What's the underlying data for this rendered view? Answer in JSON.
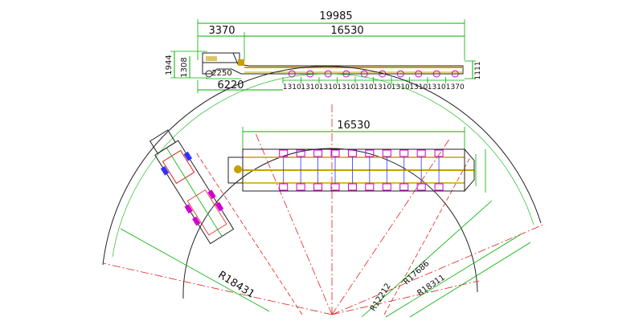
{
  "side_view": {
    "overall_length": "19985",
    "front_section": "3370",
    "deck_length": "16530",
    "overall_height": "1944",
    "gooseneck_height": "1308",
    "kingpin_offset": "2250",
    "front_overhang": "6220",
    "deck_height": "1111",
    "axle_spacings": [
      "1310",
      "1310",
      "1310",
      "1310",
      "1310",
      "1310",
      "1310",
      "1310",
      "1310",
      "1370"
    ]
  },
  "plan_view": {
    "deck_length": "16530",
    "radii": [
      "R18431",
      "R12212",
      "R17686",
      "R18311"
    ]
  },
  "colors": {
    "dimension": "#00b000",
    "frame": "#c8a000",
    "centerline": "#e02020",
    "wheel": "#d000d0",
    "outline": "#222222"
  }
}
